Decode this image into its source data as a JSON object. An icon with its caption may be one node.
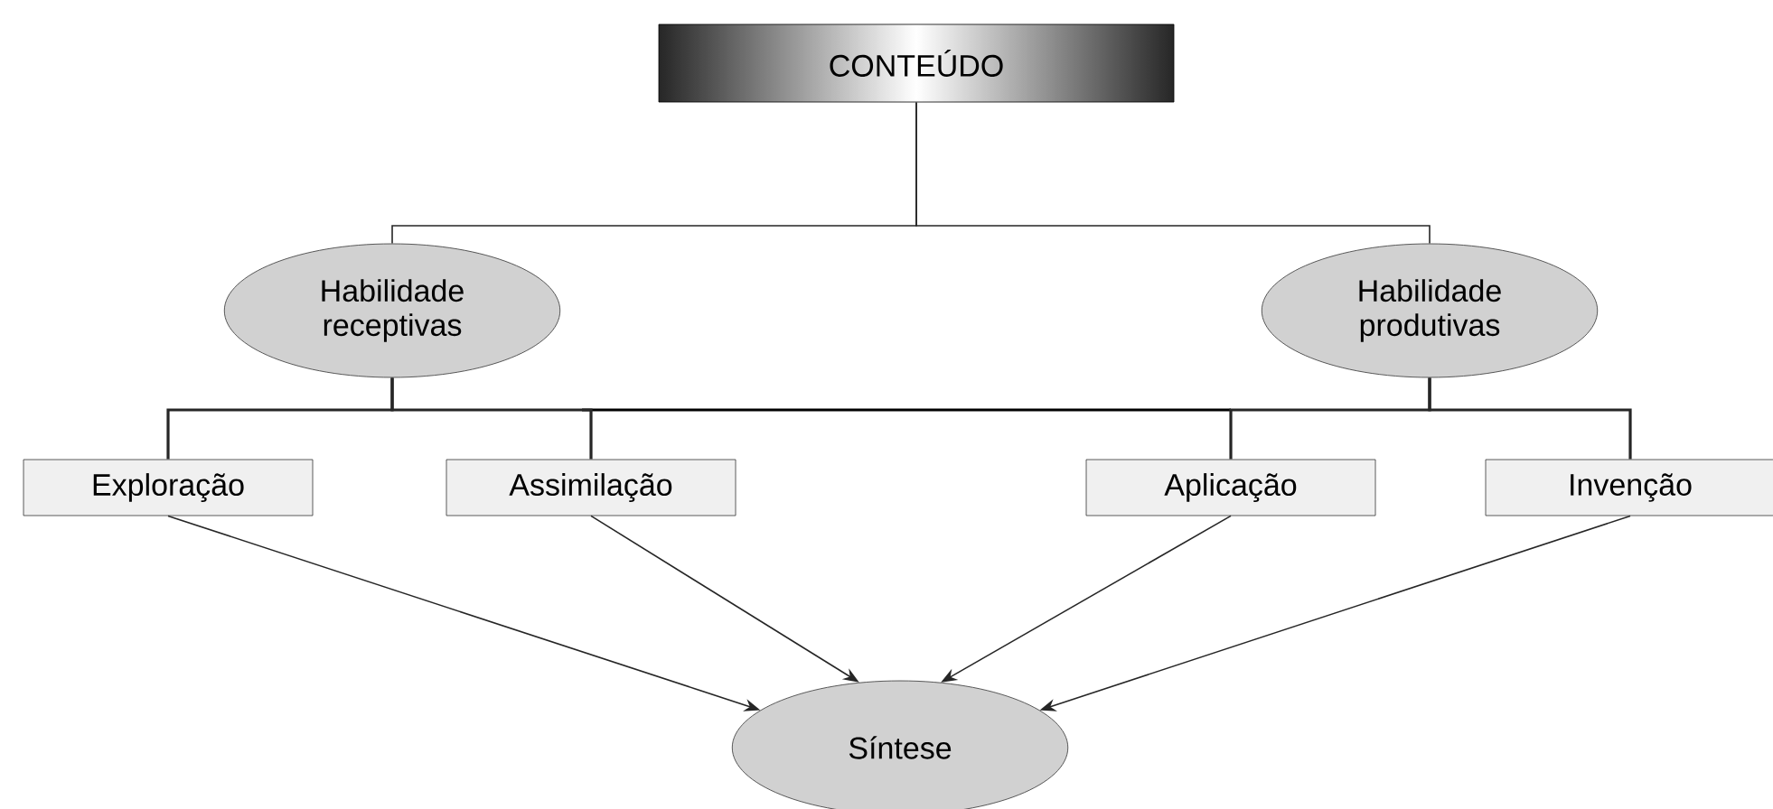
{
  "diagram": {
    "nodes": [
      {
        "text": [
          "CONTEÚDO"
        ]
      },
      {
        "text": [
          "Habilidade receptivas"
        ]
      },
      {
        "text": [
          "Habilidade produtivas"
        ]
      },
      {
        "text": [
          "Exploração"
        ]
      },
      {
        "text": [
          "Assimilação"
        ]
      },
      {
        "text": [
          "Aplicação"
        ]
      },
      {
        "text": [
          "Invenção"
        ]
      },
      {
        "text": [
          "Síntese"
        ]
      }
    ],
    "edges": [
      {
        "from": 0,
        "to": 1,
        "arrow": "none"
      },
      {
        "from": 0,
        "to": 2,
        "arrow": "none"
      },
      {
        "from": 1,
        "to": 3,
        "arrow": "none"
      },
      {
        "from": 1,
        "to": 4,
        "arrow": "none"
      },
      {
        "from": 2,
        "to": 5,
        "arrow": "none"
      },
      {
        "from": 2,
        "to": 6,
        "arrow": "none"
      },
      {
        "from": 3,
        "to": 7,
        "arrow": "to"
      },
      {
        "from": 4,
        "to": 7,
        "arrow": "to"
      },
      {
        "from": 5,
        "to": 7,
        "arrow": "to"
      },
      {
        "from": 6,
        "to": 7,
        "arrow": "to"
      }
    ]
  }
}
